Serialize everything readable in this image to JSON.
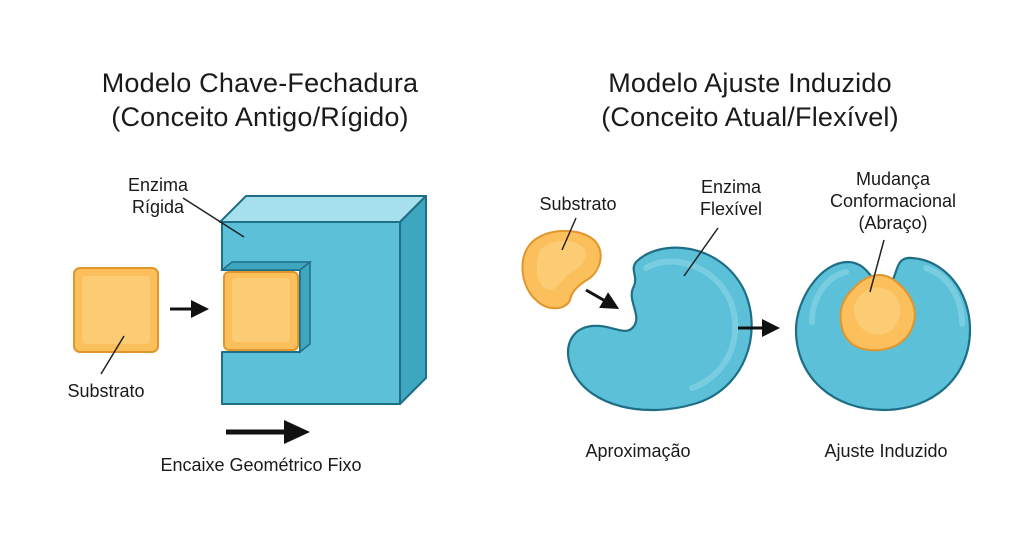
{
  "left_panel": {
    "title_line1": "Modelo Chave-Fechadura",
    "title_line2": "(Conceito Antigo/Rígido)",
    "enzyme_label_line1": "Enzima",
    "enzyme_label_line2": "Rígida",
    "substrate_label": "Substrato",
    "caption": "Encaixe Geométrico Fixo"
  },
  "right_panel": {
    "title_line1": "Modelo Ajuste Induzido",
    "title_line2": "(Conceito Atual/Flexível)",
    "substrate_label": "Substrato",
    "enzyme_label_line1": "Enzima",
    "enzyme_label_line2": "Flexível",
    "change_label_line1": "Mudança",
    "change_label_line2": "Conformacional",
    "change_label_line3": "(Abraço)",
    "caption_approach": "Aproximação",
    "caption_fit": "Ajuste Induzido"
  },
  "colors": {
    "enzyme_fill": "#5bc0d8",
    "enzyme_dark": "#3fa6c0",
    "enzyme_top": "#8ed6e6",
    "substrate_fill": "#fbbf5c",
    "substrate_light": "#fdd585",
    "outline": "#1e6f86",
    "substrate_outline": "#e0962c"
  }
}
